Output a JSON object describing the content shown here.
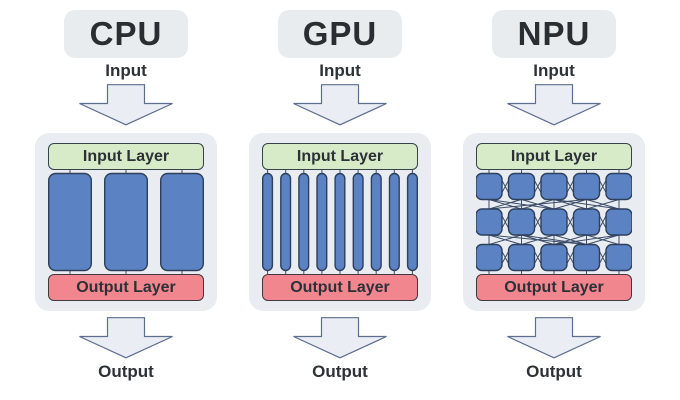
{
  "colors": {
    "page_bg": "#ffffff",
    "header_bg": "#e9ecef",
    "header_text": "#292e33",
    "label_text": "#2d3237",
    "arrow_fill": "#eaeef4",
    "arrow_stroke": "#5c6d8e",
    "panel_bg": "#e9ecf1",
    "input_layer_bg": "#d8ebc8",
    "input_layer_border": "#37424b",
    "output_layer_bg": "#f2868f",
    "output_layer_border": "#443742",
    "layer_text": "#2b3136",
    "unit_fill": "#5b83c4",
    "unit_stroke": "#2e3f5c",
    "line": "#3c4e6a"
  },
  "icons": {
    "arrow": "block-arrow-down"
  },
  "columns": [
    {
      "title": "CPU",
      "input_label": "Input",
      "output_label": "Output",
      "input_layer_label": "Input Layer",
      "output_layer_label": "Output Layer",
      "units": {
        "type": "bars",
        "count": 3
      }
    },
    {
      "title": "GPU",
      "input_label": "Input",
      "output_label": "Output",
      "input_layer_label": "Input Layer",
      "output_layer_label": "Output Layer",
      "units": {
        "type": "bars",
        "count": 9
      }
    },
    {
      "title": "NPU",
      "input_label": "Input",
      "output_label": "Output",
      "input_layer_label": "Input Layer",
      "output_layer_label": "Output Layer",
      "units": {
        "type": "grid",
        "cols": 5,
        "rows": 3,
        "mesh": true
      }
    }
  ]
}
